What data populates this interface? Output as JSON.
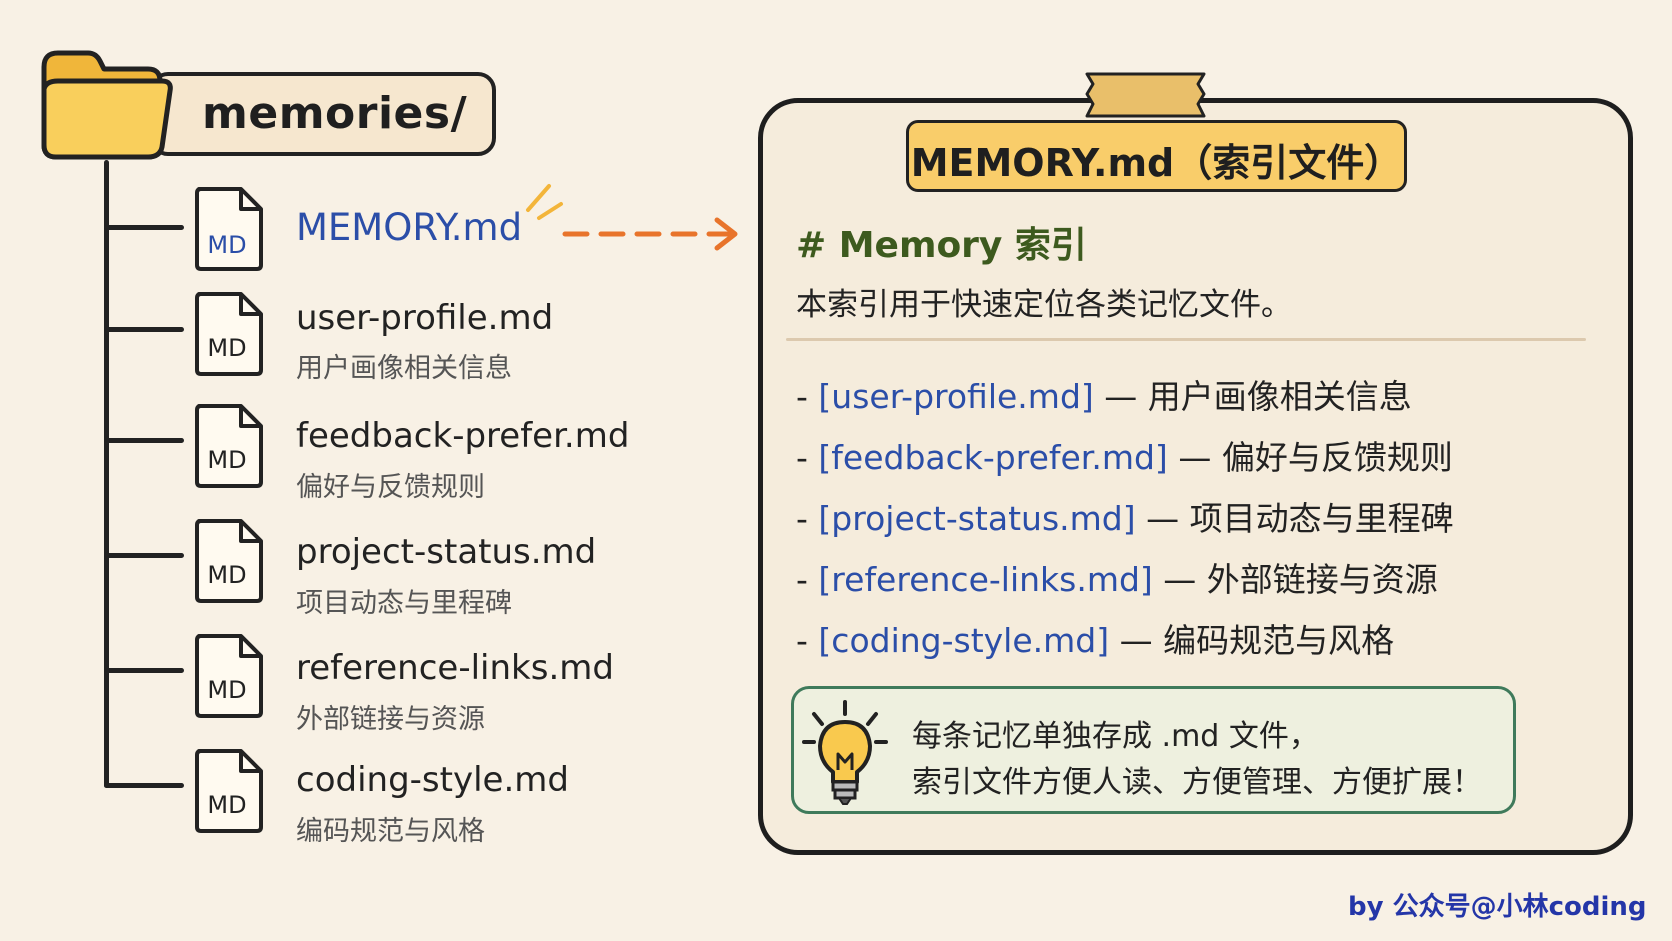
{
  "folder": {
    "title": "memories/"
  },
  "files": [
    {
      "icon_label": "MD",
      "name": "MEMORY.md",
      "desc": ""
    },
    {
      "icon_label": "MD",
      "name": "user-profile.md",
      "desc": "用户画像相关信息"
    },
    {
      "icon_label": "MD",
      "name": "feedback-prefer.md",
      "desc": "偏好与反馈规则"
    },
    {
      "icon_label": "MD",
      "name": "project-status.md",
      "desc": "项目动态与里程碑"
    },
    {
      "icon_label": "MD",
      "name": "reference-links.md",
      "desc": "外部链接与资源"
    },
    {
      "icon_label": "MD",
      "name": "coding-style.md",
      "desc": "编码规范与风格"
    }
  ],
  "card": {
    "title": "MEMORY.md（索引文件）",
    "heading": "# Memory 索引",
    "intro": "本索引用于快速定位各类记忆文件。",
    "index": [
      {
        "bullet": "-",
        "link": "[user-profile.md]",
        "dash": "—",
        "desc": "用户画像相关信息"
      },
      {
        "bullet": "-",
        "link": "[feedback-prefer.md]",
        "dash": "—",
        "desc": "偏好与反馈规则"
      },
      {
        "bullet": "-",
        "link": "[project-status.md]",
        "dash": "—",
        "desc": "项目动态与里程碑"
      },
      {
        "bullet": "-",
        "link": "[reference-links.md]",
        "dash": "—",
        "desc": "外部链接与资源"
      },
      {
        "bullet": "-",
        "link": "[coding-style.md]",
        "dash": "—",
        "desc": "编码规范与风格"
      }
    ],
    "tip": {
      "icon": "lightbulb-icon",
      "line1": "每条记忆单独存成 .md 文件，",
      "line2": "索引文件方便人读、方便管理、方便扩展！"
    }
  },
  "credit": "by 公众号@小林coding",
  "colors": {
    "background": "#f8f1e5",
    "folder_yellow": "#f9c94e",
    "link_blue": "#2b4ea8",
    "heading_green": "#3d5a1e",
    "arrow_orange": "#e8742b",
    "tip_border": "#3f7a5b",
    "title_yellow": "#f9cd6a"
  }
}
